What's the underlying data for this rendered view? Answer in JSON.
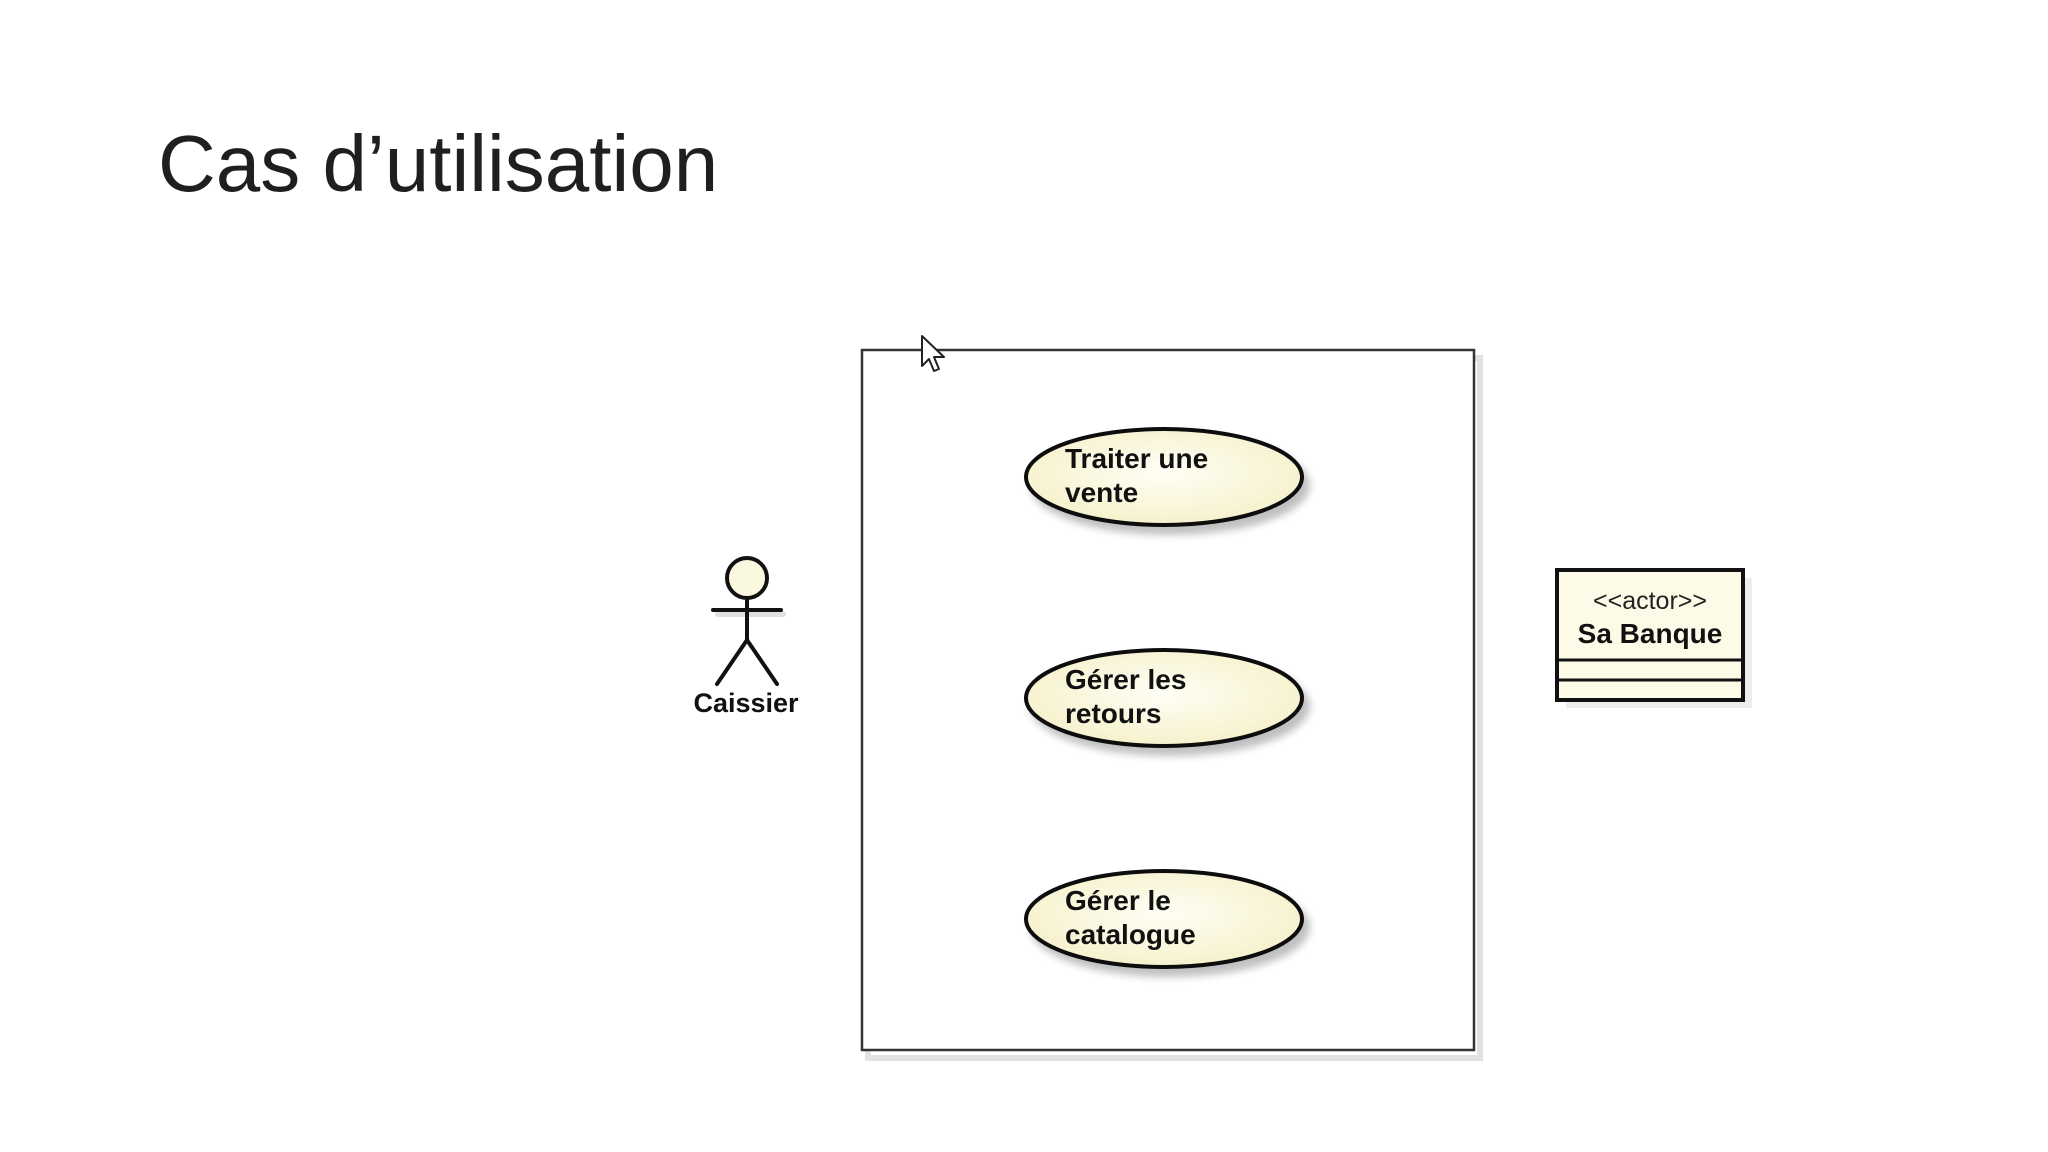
{
  "slide": {
    "title": "Cas d’utilisation"
  },
  "diagram": {
    "use_cases": [
      {
        "line1": "Traiter une",
        "line2": "vente"
      },
      {
        "line1": "Gérer les",
        "line2": "retours"
      },
      {
        "line1": "Gérer le",
        "line2": "catalogue"
      }
    ],
    "actor": {
      "name": "Caissier"
    },
    "actor_box": {
      "stereotype": "<<actor>>",
      "name": "Sa Banque"
    },
    "colors": {
      "use_case_fill": "#fbf8e0",
      "actor_head_fill": "#fbf8e0",
      "stroke": "#111111"
    }
  }
}
